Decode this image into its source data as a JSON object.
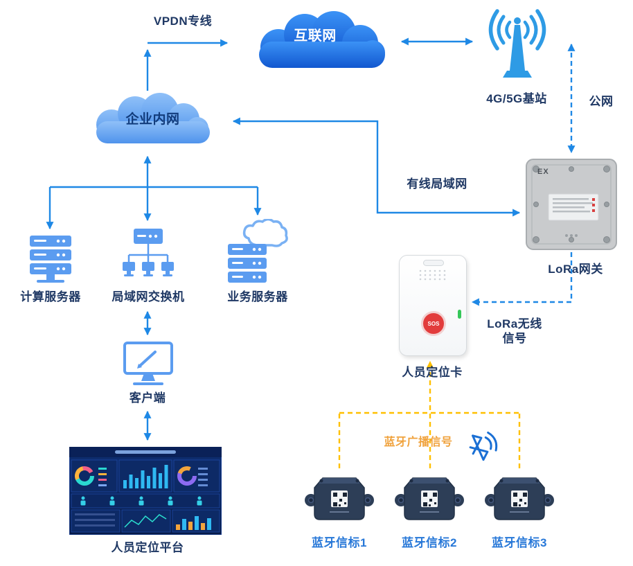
{
  "colors": {
    "arrow_blue": "#1e88e5",
    "dash_orange": "#ffc000",
    "label_navy": "#1f3864",
    "label_orange": "#f0a23c",
    "label_beacon_blue": "#2878d8",
    "cloud_internet_top": "#3b92f6",
    "cloud_internet_bottom": "#1157cf",
    "cloud_intranet_top": "#8fc0f8",
    "cloud_intranet_bottom": "#4f93ec",
    "icon_blue": "#5b9cf0",
    "antenna_blue": "#2e9be5",
    "sos_red": "#e23c3c",
    "led_green": "#35c759",
    "beacon_body": "#2d3e57"
  },
  "nodes": {
    "internet": {
      "label": "互联网"
    },
    "base_station": {
      "label": "4G/5G基站"
    },
    "intranet": {
      "label": "企业内网"
    },
    "gateway": {
      "label": "LoRa网关",
      "marking": "EX"
    },
    "compute_server": {
      "label": "计算服务器"
    },
    "lan_switch": {
      "label": "局域网交换机"
    },
    "business_server": {
      "label": "业务服务器"
    },
    "client": {
      "label": "客户端"
    },
    "platform": {
      "label": "人员定位平台"
    },
    "locator_card": {
      "label": "人员定位卡",
      "sos": "SOS"
    },
    "beacons": [
      {
        "label": "蓝牙信标1"
      },
      {
        "label": "蓝牙信标2"
      },
      {
        "label": "蓝牙信标3"
      }
    ]
  },
  "links": {
    "vpdn": {
      "label": "VPDN专线"
    },
    "public_net": {
      "label": "公网"
    },
    "wired_lan": {
      "label": "有线局域网"
    },
    "lora": {
      "label_line1": "LoRa无线",
      "label_line2": "信号"
    },
    "bluetooth": {
      "label": "蓝牙广播信号"
    }
  }
}
